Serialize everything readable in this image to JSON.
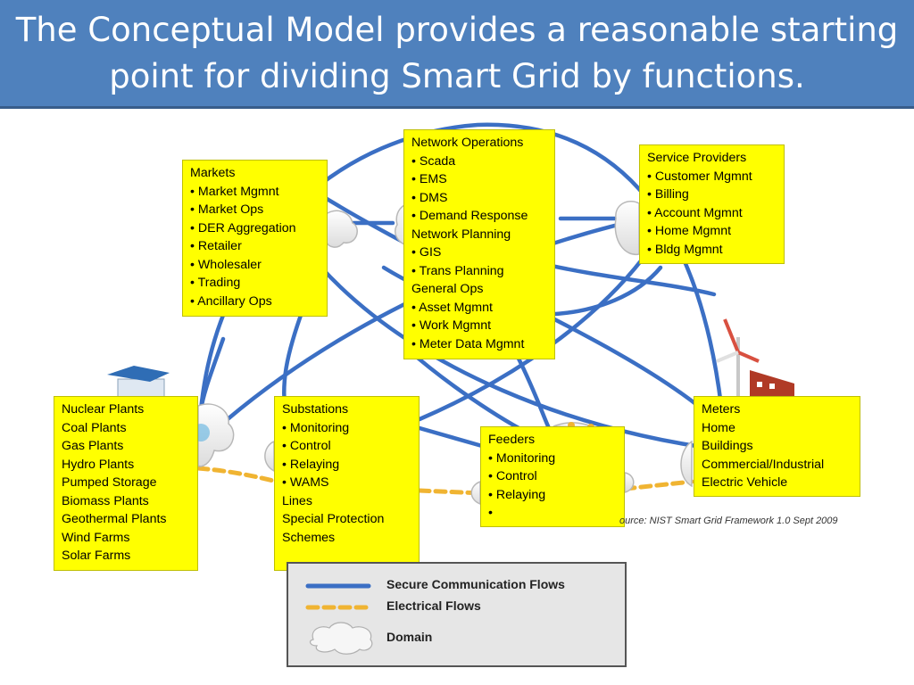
{
  "title": {
    "line1": "The Conceptual Model provides a reasonable starting",
    "line2": "point for dividing Smart Grid by functions."
  },
  "boxes": {
    "markets": {
      "lines": [
        "Markets",
        "• Market Mgmnt",
        "• Market Ops",
        "• DER Aggregation",
        "• Retailer",
        "• Wholesaler",
        "• Trading",
        "• Ancillary Ops"
      ]
    },
    "network_operations": {
      "lines": [
        "Network Operations",
        "• Scada",
        "• EMS",
        "• DMS",
        "• Demand Response",
        "Network Planning",
        "• GIS",
        "• Trans Planning",
        "General Ops",
        "• Asset Mgmnt",
        "• Work Mgmnt",
        "• Meter Data Mgmnt"
      ]
    },
    "service_providers": {
      "lines": [
        "Service Providers",
        "• Customer Mgmnt",
        "• Billing",
        "• Account Mgmnt",
        "• Home Mgmnt",
        "• Bldg Mgmnt"
      ]
    },
    "bulk_generation": {
      "lines": [
        "Nuclear Plants",
        "Coal Plants",
        "Gas Plants",
        "Hydro Plants",
        "Pumped Storage",
        "Biomass Plants",
        "Geothermal Plants",
        "Wind Farms",
        "Solar Farms"
      ]
    },
    "substations": {
      "lines": [
        "Substations",
        "• Monitoring",
        "• Control",
        "• Relaying",
        "• WAMS",
        "Lines",
        "Special Protection",
        "Schemes"
      ]
    },
    "feeders": {
      "lines": [
        "Feeders",
        "• Monitoring",
        "• Control",
        "• Relaying",
        "•"
      ]
    },
    "meters": {
      "lines": [
        "Meters",
        "Home",
        "Buildings",
        "Commercial/Industrial",
        "Electric Vehicle"
      ]
    }
  },
  "source_note": "ource:  NIST Smart Grid Framework 1.0 Sept 2009",
  "legend": {
    "secure_comm": "Secure Communication Flows",
    "electrical": "Electrical Flows",
    "domain": "Domain"
  },
  "colors": {
    "title_bg": "#4f81bd",
    "box_fill": "#ffff00",
    "comm_line": "#3b6fc4",
    "electrical_line": "#f0b432",
    "cloud": "#f2f2f2"
  }
}
